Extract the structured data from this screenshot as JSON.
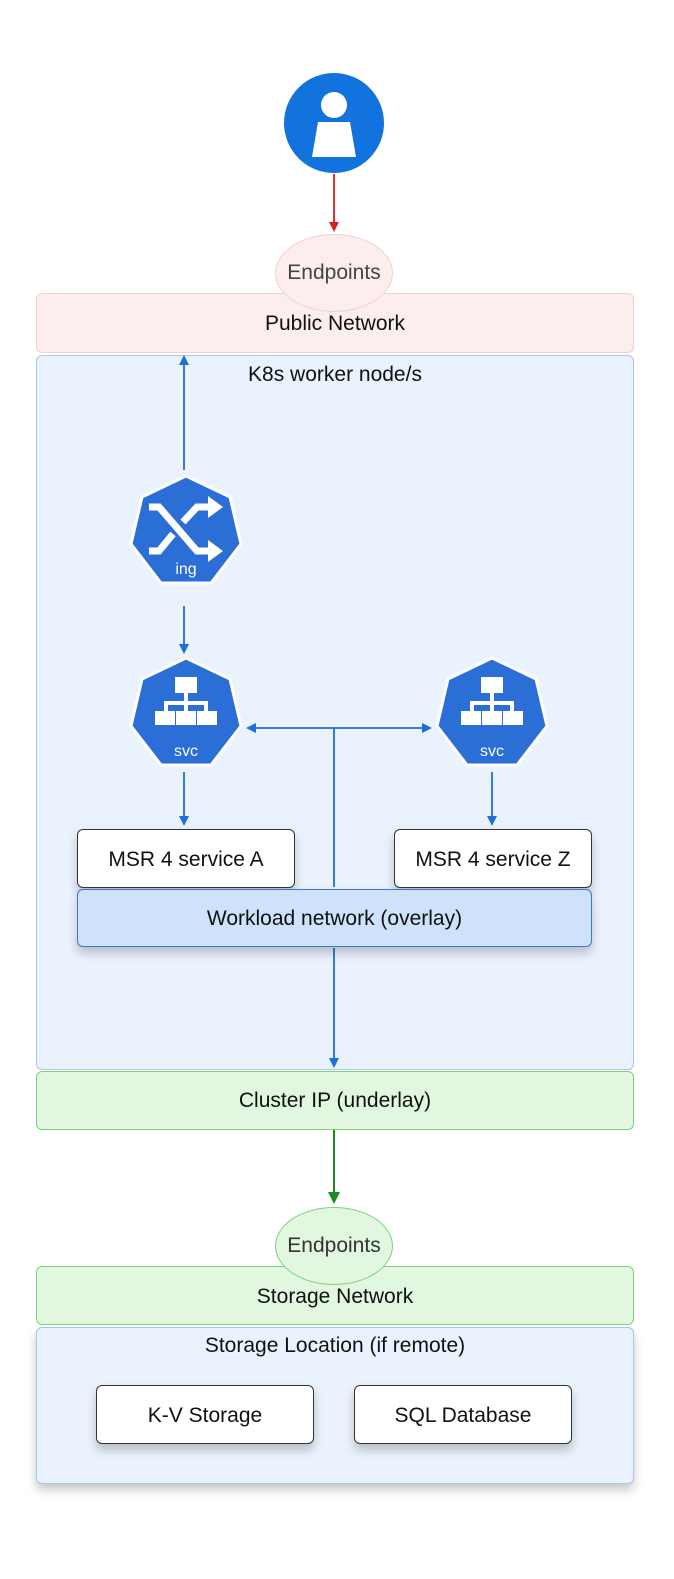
{
  "user_icon": "user-icon",
  "public": {
    "endpoint_label": "Endpoints",
    "network_label": "Public Network"
  },
  "k8s": {
    "zone_label": "K8s worker node/s",
    "ingress": {
      "icon": "ingress-icon",
      "label": "ing"
    },
    "svc_left": {
      "icon": "service-icon",
      "label": "svc"
    },
    "svc_right": {
      "icon": "service-icon",
      "label": "svc"
    },
    "service_a": "MSR 4 service A",
    "service_z": "MSR 4 service Z",
    "workload_network": "Workload network (overlay)"
  },
  "cluster_ip": "Cluster IP (underlay)",
  "storage": {
    "endpoint_label": "Endpoints",
    "network_label": "Storage Network",
    "location_label": "Storage Location (if remote)",
    "kv_storage": "K-V Storage",
    "sql_database": "SQL Database"
  },
  "colors": {
    "user_blue": "#1273de",
    "k8s_blue": "#2b6fd6",
    "arrow_blue": "#1f6fd6",
    "arrow_red": "#d42020",
    "arrow_green": "#1c8a1c"
  }
}
